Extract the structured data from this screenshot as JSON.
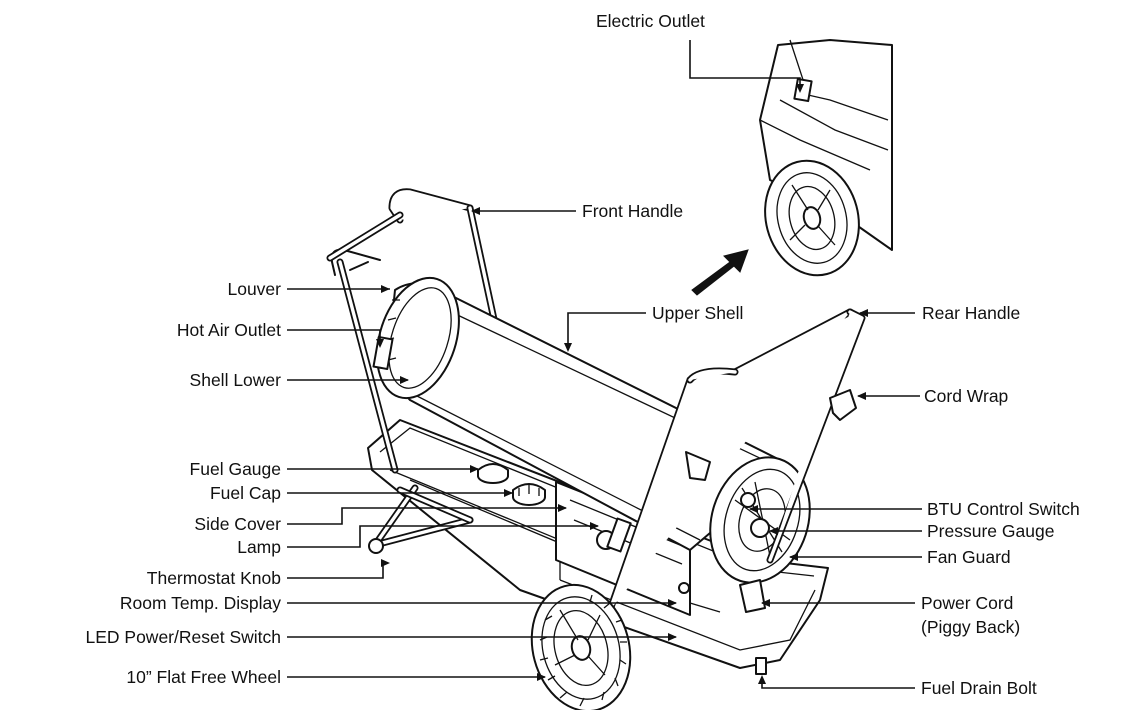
{
  "diagram": {
    "labels": {
      "electric_outlet": "Electric Outlet",
      "front_handle": "Front Handle",
      "louver": "Louver",
      "hot_air_outlet": "Hot Air Outlet",
      "upper_shell": "Upper Shell",
      "rear_handle": "Rear Handle",
      "shell_lower": "Shell Lower",
      "cord_wrap": "Cord Wrap",
      "fuel_gauge": "Fuel Gauge",
      "fuel_cap": "Fuel Cap",
      "side_cover": "Side Cover",
      "lamp": "Lamp",
      "thermostat_knob": "Thermostat Knob",
      "room_temp_display": "Room Temp. Display",
      "led_power_reset_switch": "LED Power/Reset Switch",
      "flat_free_wheel": "10” Flat Free Wheel",
      "btu_control_switch": "BTU Control Switch",
      "pressure_gauge": "Pressure Gauge",
      "fan_guard": "Fan Guard",
      "power_cord": "Power Cord",
      "power_cord_sub": "(Piggy Back)",
      "fuel_drain_bolt": "Fuel Drain Bolt"
    }
  }
}
